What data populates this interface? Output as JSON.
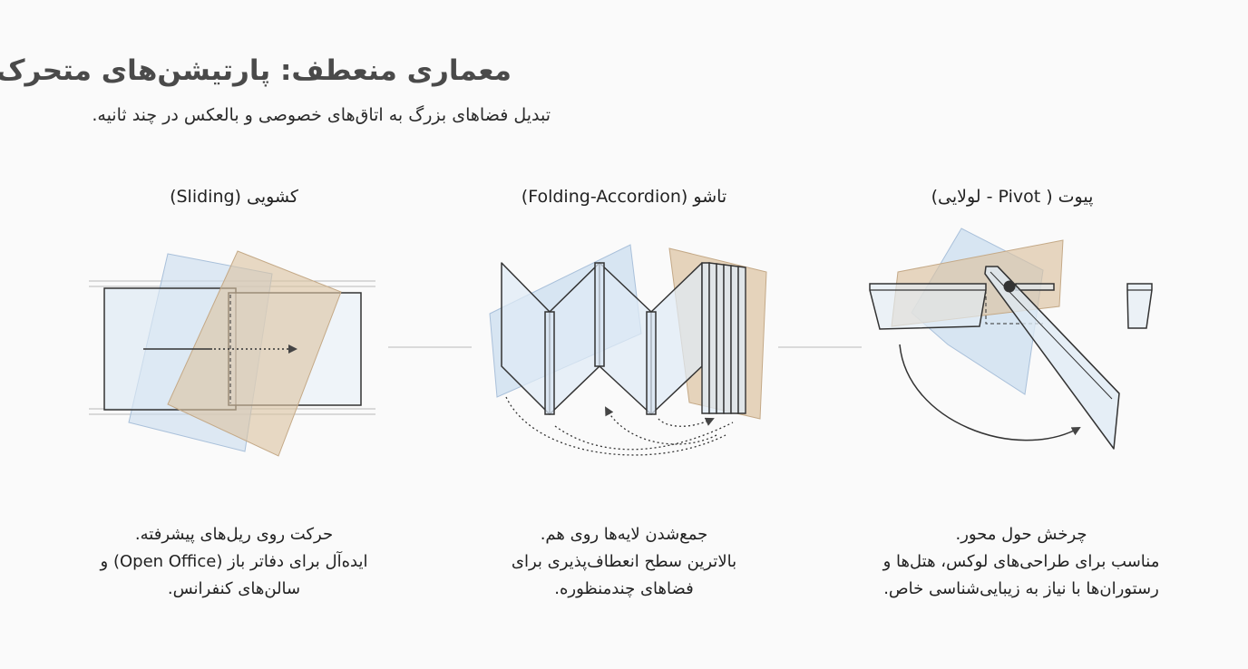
{
  "header": {
    "title": "معماری منعطف: پارتیشن‌های متحرک",
    "subtitle": "تبدیل فضاهای بزرگ به اتاق‌های خصوصی و بالعکس در چند ثانیه."
  },
  "columns": [
    {
      "id": "sliding",
      "label": "کشویی (Sliding)",
      "desc": [
        "حرکت روی ریل‌های پیشرفته.",
        "ایده‌آل برای دفاتر باز (Open Office) و",
        "سالن‌های کنفرانس."
      ]
    },
    {
      "id": "folding",
      "label": "تاشو (Folding-Accordion)",
      "desc": [
        "جمع‌شدن لایه‌ها روی هم.",
        "بالاترین سطح انعطاف‌پذیری برای",
        "فضاهای چندمنظوره."
      ]
    },
    {
      "id": "pivot",
      "label": "پیوت ( Pivot - لولایی)",
      "desc": [
        "چرخش حول محور.",
        "مناسب برای طراحی‌های لوکس، هتل‌ها و",
        "رستوران‌ها با نیاز به زیبایی‌شناسی خاص."
      ]
    }
  ],
  "colors": {
    "glass_blue": "#c9dcef",
    "glass_tan": "#dcc3a2",
    "stroke": "#333333",
    "title": "#4a4a4a"
  }
}
